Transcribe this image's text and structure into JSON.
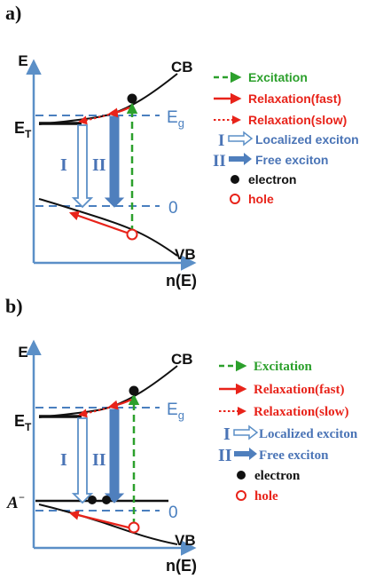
{
  "panels": [
    {
      "id": "a",
      "panel_label": "a)",
      "axis_y_label": "E",
      "axis_x_label": "n(E)",
      "cb_label": "CB",
      "vb_label": "VB",
      "et_label_main": "E",
      "et_label_sub": "T",
      "eg_label_main": "E",
      "eg_label_sub": "g",
      "zero_label": "0",
      "transition_I_label": "I",
      "transition_II_label": "II",
      "acceptor_label": ""
    },
    {
      "id": "b",
      "panel_label": "b)",
      "axis_y_label": "E",
      "axis_x_label": "n(E)",
      "cb_label": "CB",
      "vb_label": "VB",
      "et_label_main": "E",
      "et_label_sub": "T",
      "eg_label_main": "E",
      "eg_label_sub": "g",
      "zero_label": "0",
      "transition_I_label": "I",
      "transition_II_label": "II",
      "acceptor_label": "A",
      "acceptor_sup": "−"
    }
  ],
  "legend": [
    {
      "symbol": "I",
      "text": "Localized exciton"
    },
    {
      "symbol": "II",
      "text": "Free exciton"
    }
  ],
  "legend_items": {
    "excitation": "Excitation",
    "relaxation_fast": "Relaxation(fast)",
    "relaxation_slow": "Relaxation(slow)",
    "electron": "electron",
    "hole": "hole"
  },
  "colors": {
    "axis": "#5b8fc7",
    "dashed_level": "#4a7fbf",
    "excitation": "#2ca02c",
    "relaxation": "#e8231a",
    "localized_exciton_fill": "#ffffff",
    "localized_exciton_stroke": "#5b8fc7",
    "free_exciton_fill": "#4f7fbd",
    "band_curve": "#111111",
    "legend_blue_text": "#4a74b6"
  }
}
